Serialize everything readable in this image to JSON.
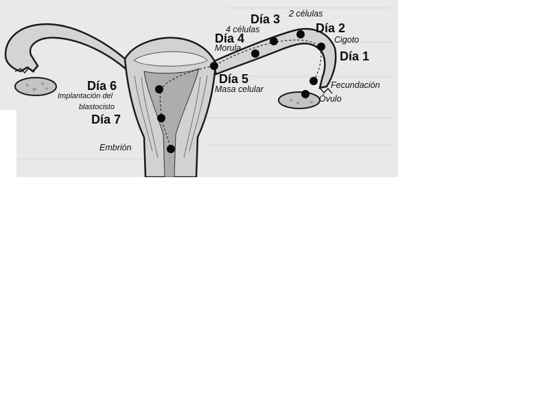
{
  "diagram": {
    "stages": [
      {
        "day": "Día 1",
        "label": "Fecundación"
      },
      {
        "day": "Día 2",
        "label": "Cigoto"
      },
      {
        "day": "Día 3",
        "label": "2 células"
      },
      {
        "day": "Día 4",
        "label": "4 células",
        "label2": "Morula"
      },
      {
        "day": "Día 5",
        "label": "Masa celular"
      },
      {
        "day": "Día 6",
        "label": "Implantación del",
        "label2": "blastocisto"
      },
      {
        "day": "Día 7",
        "label": "Embrión"
      }
    ],
    "ovum_label": "Óvulo"
  },
  "colors": {
    "paper": "#e8e8e8",
    "tissue": "#d2d2d2",
    "cavity": "#ababab",
    "outline": "#1a1a1a",
    "dot": "#0a0a0a"
  }
}
